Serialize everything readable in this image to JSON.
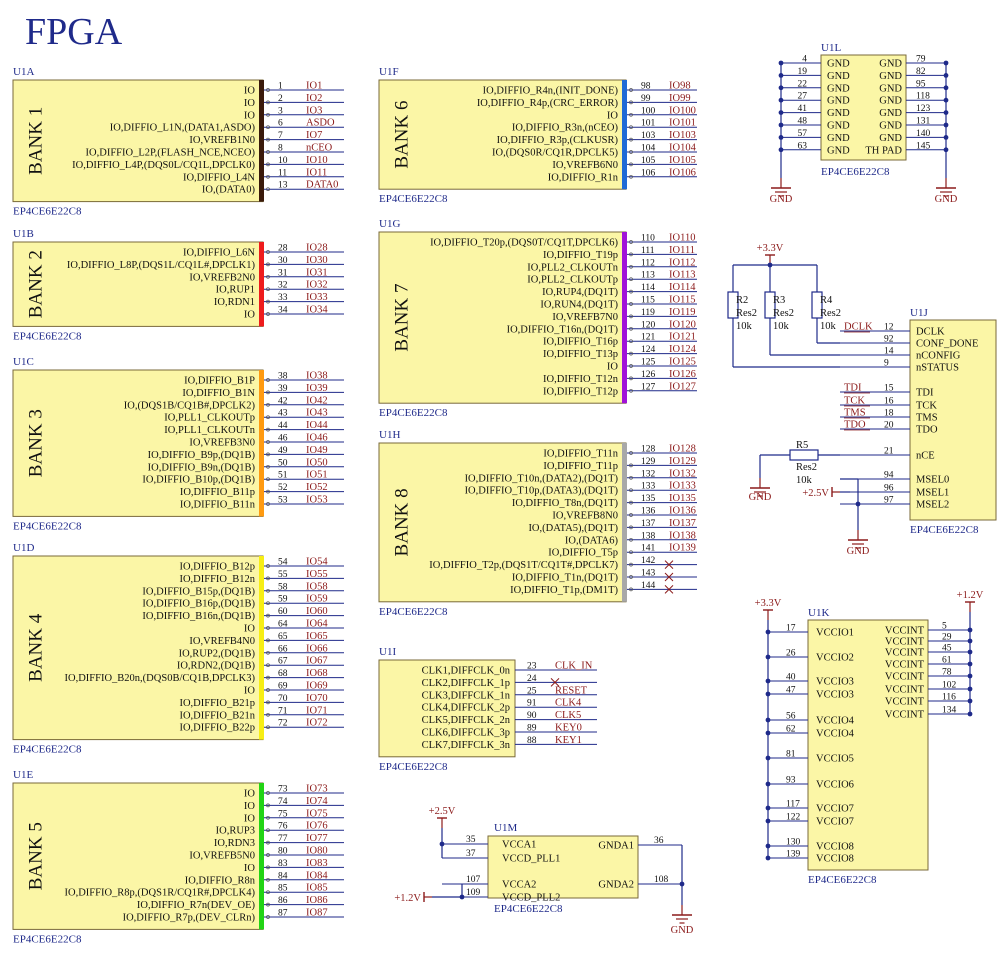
{
  "title": "FPGA",
  "part": "EP4CE6E22C8",
  "colors": {
    "box_fill": "#fbf6a6",
    "box_stroke": "#7a6a3a",
    "wire": "#1f2a8a",
    "net": "#8b1a1a",
    "gnd": "#8b1a1a"
  },
  "left_banks": [
    {
      "ref": "U1A",
      "bank": "BANK 1",
      "color": "#3a1a0a",
      "pins": [
        {
          "label": "IO",
          "pin": "1",
          "net": "IO1"
        },
        {
          "label": "IO",
          "pin": "2",
          "net": "IO2"
        },
        {
          "label": "IO",
          "pin": "3",
          "net": "IO3"
        },
        {
          "label": "IO,DIFFIO_L1N,(DATA1,ASDO)",
          "pin": "6",
          "net": "ASDO"
        },
        {
          "label": "IO,VREFB1N0",
          "pin": "7",
          "net": "IO7"
        },
        {
          "label": "IO,DIFFIO_L2P,(FLASH_NCE,NCEO)",
          "pin": "8",
          "net": "nCEO"
        },
        {
          "label": "IO,DIFFIO_L4P,(DQS0L/CQ1L,DPCLK0)",
          "pin": "10",
          "net": "IO10"
        },
        {
          "label": "IO,DIFFIO_L4N",
          "pin": "11",
          "net": "IO11"
        },
        {
          "label": "IO,(DATA0)",
          "pin": "13",
          "net": "DATA0"
        }
      ]
    },
    {
      "ref": "U1B",
      "bank": "BANK 2",
      "color": "#ee1c1c",
      "pins": [
        {
          "label": "IO,DIFFIO_L6N",
          "pin": "28",
          "net": "IO28"
        },
        {
          "label": "IO,DIFFIO_L8P,(DQS1L/CQ1L#,DPCLK1)",
          "pin": "30",
          "net": "IO30"
        },
        {
          "label": "IO,VREFB2N0",
          "pin": "31",
          "net": "IO31"
        },
        {
          "label": "IO,RUP1",
          "pin": "32",
          "net": "IO32"
        },
        {
          "label": "IO,RDN1",
          "pin": "33",
          "net": "IO33"
        },
        {
          "label": "IO",
          "pin": "34",
          "net": "IO34"
        }
      ]
    },
    {
      "ref": "U1C",
      "bank": "BANK 3",
      "color": "#ff9a10",
      "pins": [
        {
          "label": "IO,DIFFIO_B1P",
          "pin": "38",
          "net": "IO38"
        },
        {
          "label": "IO,DIFFIO_B1N",
          "pin": "39",
          "net": "IO39"
        },
        {
          "label": "IO,(DQS1B/CQ1B#,DPCLK2)",
          "pin": "42",
          "net": "IO42"
        },
        {
          "label": "IO,PLL1_CLKOUTp",
          "pin": "43",
          "net": "IO43"
        },
        {
          "label": "IO,PLL1_CLKOUTn",
          "pin": "44",
          "net": "IO44"
        },
        {
          "label": "IO,VREFB3N0",
          "pin": "46",
          "net": "IO46"
        },
        {
          "label": "IO,DIFFIO_B9p,(DQ1B)",
          "pin": "49",
          "net": "IO49"
        },
        {
          "label": "IO,DIFFIO_B9n,(DQ1B)",
          "pin": "50",
          "net": "IO50"
        },
        {
          "label": "IO,DIFFIO_B10p,(DQ1B)",
          "pin": "51",
          "net": "IO51"
        },
        {
          "label": "IO,DIFFIO_B11p",
          "pin": "52",
          "net": "IO52"
        },
        {
          "label": "IO,DIFFIO_B11n",
          "pin": "53",
          "net": "IO53"
        }
      ]
    },
    {
      "ref": "U1D",
      "bank": "BANK 4",
      "color": "#f7ee14",
      "pins": [
        {
          "label": "IO,DIFFIO_B12p",
          "pin": "54",
          "net": "IO54"
        },
        {
          "label": "IO,DIFFIO_B12n",
          "pin": "55",
          "net": "IO55"
        },
        {
          "label": "IO,DIFFIO_B15p,(DQ1B)",
          "pin": "58",
          "net": "IO58"
        },
        {
          "label": "IO,DIFFIO_B16p,(DQ1B)",
          "pin": "59",
          "net": "IO59"
        },
        {
          "label": "IO,DIFFIO_B16n,(DQ1B)",
          "pin": "60",
          "net": "IO60"
        },
        {
          "label": "IO",
          "pin": "64",
          "net": "IO64"
        },
        {
          "label": "IO,VREFB4N0",
          "pin": "65",
          "net": "IO65"
        },
        {
          "label": "IO,RUP2,(DQ1B)",
          "pin": "66",
          "net": "IO66"
        },
        {
          "label": "IO,RDN2,(DQ1B)",
          "pin": "67",
          "net": "IO67"
        },
        {
          "label": "IO,DIFFIO_B20n,(DQS0B/CQ1B,DPCLK3)",
          "pin": "68",
          "net": "IO68"
        },
        {
          "label": "IO",
          "pin": "69",
          "net": "IO69"
        },
        {
          "label": "IO,DIFFIO_B21p",
          "pin": "70",
          "net": "IO70"
        },
        {
          "label": "IO,DIFFIO_B21n",
          "pin": "71",
          "net": "IO71"
        },
        {
          "label": "IO,DIFFIO_B22p",
          "pin": "72",
          "net": "IO72"
        }
      ]
    },
    {
      "ref": "U1E",
      "bank": "BANK 5",
      "color": "#22d414",
      "pins": [
        {
          "label": "IO",
          "pin": "73",
          "net": "IO73"
        },
        {
          "label": "IO",
          "pin": "74",
          "net": "IO74"
        },
        {
          "label": "IO",
          "pin": "75",
          "net": "IO75"
        },
        {
          "label": "IO,RUP3",
          "pin": "76",
          "net": "IO76"
        },
        {
          "label": "IO,RDN3",
          "pin": "77",
          "net": "IO77"
        },
        {
          "label": "IO,VREFB5N0",
          "pin": "80",
          "net": "IO80"
        },
        {
          "label": "IO",
          "pin": "83",
          "net": "IO83"
        },
        {
          "label": "IO,DIFFIO_R8n",
          "pin": "84",
          "net": "IO84"
        },
        {
          "label": "IO,DIFFIO_R8p,(DQS1R/CQ1R#,DPCLK4)",
          "pin": "85",
          "net": "IO85"
        },
        {
          "label": "IO,DIFFIO_R7n(DEV_OE)",
          "pin": "86",
          "net": "IO86"
        },
        {
          "label": "IO,DIFFIO_R7p,(DEV_CLRn)",
          "pin": "87",
          "net": "IO87"
        }
      ]
    }
  ],
  "mid_banks": [
    {
      "ref": "U1F",
      "bank": "BANK 6",
      "color": "#1f6ad6",
      "pins": [
        {
          "label": "IO,DIFFIO_R4n,(INIT_DONE)",
          "pin": "98",
          "net": "IO98"
        },
        {
          "label": "IO,DIFFIO_R4p,(CRC_ERROR)",
          "pin": "99",
          "net": "IO99"
        },
        {
          "label": "IO",
          "pin": "100",
          "net": "IO100"
        },
        {
          "label": "IO,DIFFIO_R3n,(nCEO)",
          "pin": "101",
          "net": "IO101"
        },
        {
          "label": "IO,DIFFIO_R3p,(CLKUSR)",
          "pin": "103",
          "net": "IO103"
        },
        {
          "label": "IO,(DQS0R/CQ1R,DPCLK5)",
          "pin": "104",
          "net": "IO104"
        },
        {
          "label": "IO,VREFB6N0",
          "pin": "105",
          "net": "IO105"
        },
        {
          "label": "IO,DIFFIO_R1n",
          "pin": "106",
          "net": "IO106"
        }
      ]
    },
    {
      "ref": "U1G",
      "bank": "BANK 7",
      "color": "#a012d8",
      "pins": [
        {
          "label": "IO,DIFFIO_T20p,(DQS0T/CQ1T,DPCLK6)",
          "pin": "110",
          "net": "IO110"
        },
        {
          "label": "IO,DIFFIO_T19p",
          "pin": "111",
          "net": "IO111"
        },
        {
          "label": "IO,PLL2_CLKOUTn",
          "pin": "112",
          "net": "IO112"
        },
        {
          "label": "IO,PLL2_CLKOUTp",
          "pin": "113",
          "net": "IO113"
        },
        {
          "label": "IO,RUP4,(DQ1T)",
          "pin": "114",
          "net": "IO114"
        },
        {
          "label": "IO,RUN4,(DQ1T)",
          "pin": "115",
          "net": "IO115"
        },
        {
          "label": "IO,VREFB7N0",
          "pin": "119",
          "net": "IO119"
        },
        {
          "label": "IO,DIFFIO_T16n,(DQ1T)",
          "pin": "120",
          "net": "IO120"
        },
        {
          "label": "IO,DIFFIO_T16p",
          "pin": "121",
          "net": "IO121"
        },
        {
          "label": "IO,DIFFIO_T13p",
          "pin": "124",
          "net": "IO124"
        },
        {
          "label": "IO",
          "pin": "125",
          "net": "IO125"
        },
        {
          "label": "IO,DIFFIO_T12n",
          "pin": "126",
          "net": "IO126"
        },
        {
          "label": "IO,DIFFIO_T12p",
          "pin": "127",
          "net": "IO127"
        }
      ]
    },
    {
      "ref": "U1H",
      "bank": "BANK 8",
      "color": "#a8a8a8",
      "pins": [
        {
          "label": "IO,DIFFIO_T11n",
          "pin": "128",
          "net": "IO128"
        },
        {
          "label": "IO,DIFFIO_T11p",
          "pin": "129",
          "net": "IO129"
        },
        {
          "label": "IO,DIFFIO_T10n,(DATA2),(DQ1T)",
          "pin": "132",
          "net": "IO132"
        },
        {
          "label": "IO,DIFFIO_T10p,(DATA3),(DQ1T)",
          "pin": "133",
          "net": "IO133"
        },
        {
          "label": "IO,DIFFIO_T8n,(DQ1T)",
          "pin": "135",
          "net": "IO135"
        },
        {
          "label": "IO,VREFB8N0",
          "pin": "136",
          "net": "IO136"
        },
        {
          "label": "IO,(DATA5),(DQ1T)",
          "pin": "137",
          "net": "IO137"
        },
        {
          "label": "IO,(DATA6)",
          "pin": "138",
          "net": "IO138"
        },
        {
          "label": "IO,DIFFIO_T5p",
          "pin": "141",
          "net": "IO139"
        },
        {
          "label": "IO,DIFFIO_T2p,(DQS1T/CQ1T#,DPCLK7)",
          "pin": "142",
          "net": ""
        },
        {
          "label": "IO,DIFFIO_T1n,(DQ1T)",
          "pin": "143",
          "net": ""
        },
        {
          "label": "IO,DIFFIO_T1p,(DM1T)",
          "pin": "144",
          "net": ""
        }
      ]
    }
  ],
  "u1i": {
    "ref": "U1I",
    "pins": [
      {
        "label": "CLK1,DIFFCLK_0n",
        "pin": "23",
        "net": "CLK_IN"
      },
      {
        "label": "CLK2,DIFFCLK_1p",
        "pin": "24",
        "net": ""
      },
      {
        "label": "CLK3,DIFFCLK_1n",
        "pin": "25",
        "net": "RESET"
      },
      {
        "label": "CLK4,DIFFCLK_2p",
        "pin": "91",
        "net": "CLK4"
      },
      {
        "label": "CLK5,DIFFCLK_2n",
        "pin": "90",
        "net": "CLK5"
      },
      {
        "label": "CLK6,DIFFCLK_3p",
        "pin": "89",
        "net": "KEY0"
      },
      {
        "label": "CLK7,DIFFCLK_3n",
        "pin": "88",
        "net": "KEY1"
      }
    ]
  },
  "u1m": {
    "ref": "U1M",
    "left": [
      {
        "label": "VCCA1",
        "pin": "35"
      },
      {
        "label": "VCCD_PLL1",
        "pin": "37"
      },
      {
        "label": "VCCA2",
        "pin": "107"
      },
      {
        "label": "VCCD_PLL2",
        "pin": "109"
      }
    ],
    "right": [
      {
        "label": "GNDA1",
        "pin": "36"
      },
      {
        "label": "GNDA2",
        "pin": "108"
      }
    ],
    "rail_a": "+2.5V",
    "rail_b": "+1.2V",
    "gnd": "GND"
  },
  "u1l": {
    "ref": "U1L",
    "left": [
      {
        "label": "GND",
        "pin": "4"
      },
      {
        "label": "GND",
        "pin": "19"
      },
      {
        "label": "GND",
        "pin": "22"
      },
      {
        "label": "GND",
        "pin": "27"
      },
      {
        "label": "GND",
        "pin": "41"
      },
      {
        "label": "GND",
        "pin": "48"
      },
      {
        "label": "GND",
        "pin": "57"
      },
      {
        "label": "GND",
        "pin": "63"
      }
    ],
    "right": [
      {
        "label": "GND",
        "pin": "79"
      },
      {
        "label": "GND",
        "pin": "82"
      },
      {
        "label": "GND",
        "pin": "95"
      },
      {
        "label": "GND",
        "pin": "118"
      },
      {
        "label": "GND",
        "pin": "123"
      },
      {
        "label": "GND",
        "pin": "131"
      },
      {
        "label": "GND",
        "pin": "140"
      },
      {
        "label": "TH PAD",
        "pin": "145"
      }
    ],
    "gnd": "GND"
  },
  "u1j": {
    "ref": "U1J",
    "rail": "+3.3V",
    "rail_25": "+2.5V",
    "gnd": "GND",
    "resistors": [
      {
        "ref": "R2",
        "model": "Res2",
        "value": "10k"
      },
      {
        "ref": "R3",
        "model": "Res2",
        "value": "10k"
      },
      {
        "ref": "R4",
        "model": "Res2",
        "value": "10k"
      }
    ],
    "r5": {
      "ref": "R5",
      "model": "Res2",
      "value": "10k"
    },
    "pins": [
      {
        "label": "DCLK",
        "pin": "12",
        "net": "DCLK"
      },
      {
        "label": "CONF_DONE",
        "pin": "92",
        "net": ""
      },
      {
        "label": "nCONFIG",
        "pin": "14",
        "net": ""
      },
      {
        "label": "nSTATUS",
        "pin": "9",
        "net": ""
      },
      {
        "label": "TDI",
        "pin": "15",
        "net": "TDI"
      },
      {
        "label": "TCK",
        "pin": "16",
        "net": "TCK"
      },
      {
        "label": "TMS",
        "pin": "18",
        "net": "TMS"
      },
      {
        "label": "TDO",
        "pin": "20",
        "net": "TDO"
      },
      {
        "label": "nCE",
        "pin": "21",
        "net": ""
      },
      {
        "label": "MSEL0",
        "pin": "94",
        "net": ""
      },
      {
        "label": "MSEL1",
        "pin": "96",
        "net": ""
      },
      {
        "label": "MSEL2",
        "pin": "97",
        "net": ""
      }
    ]
  },
  "u1k": {
    "ref": "U1K",
    "rail_a": "+3.3V",
    "rail_b": "+1.2V",
    "left": [
      {
        "label": "VCCIO1",
        "pin": "17"
      },
      {
        "label": "VCCIO2",
        "pin": "26"
      },
      {
        "label": "VCCIO3",
        "pin": "40"
      },
      {
        "label": "VCCIO3",
        "pin": "47"
      },
      {
        "label": "VCCIO4",
        "pin": "56"
      },
      {
        "label": "VCCIO4",
        "pin": "62"
      },
      {
        "label": "VCCIO5",
        "pin": "81"
      },
      {
        "label": "VCCIO6",
        "pin": "93"
      },
      {
        "label": "VCCIO7",
        "pin": "117"
      },
      {
        "label": "VCCIO7",
        "pin": "122"
      },
      {
        "label": "VCCIO8",
        "pin": "130"
      },
      {
        "label": "VCCIO8",
        "pin": "139"
      }
    ],
    "right": [
      {
        "label": "VCCINT",
        "pin": "5"
      },
      {
        "label": "VCCINT",
        "pin": "29"
      },
      {
        "label": "VCCINT",
        "pin": "45"
      },
      {
        "label": "VCCINT",
        "pin": "61"
      },
      {
        "label": "VCCINT",
        "pin": "78"
      },
      {
        "label": "VCCINT",
        "pin": "102"
      },
      {
        "label": "VCCINT",
        "pin": "116"
      },
      {
        "label": "VCCINT",
        "pin": "134"
      }
    ]
  }
}
